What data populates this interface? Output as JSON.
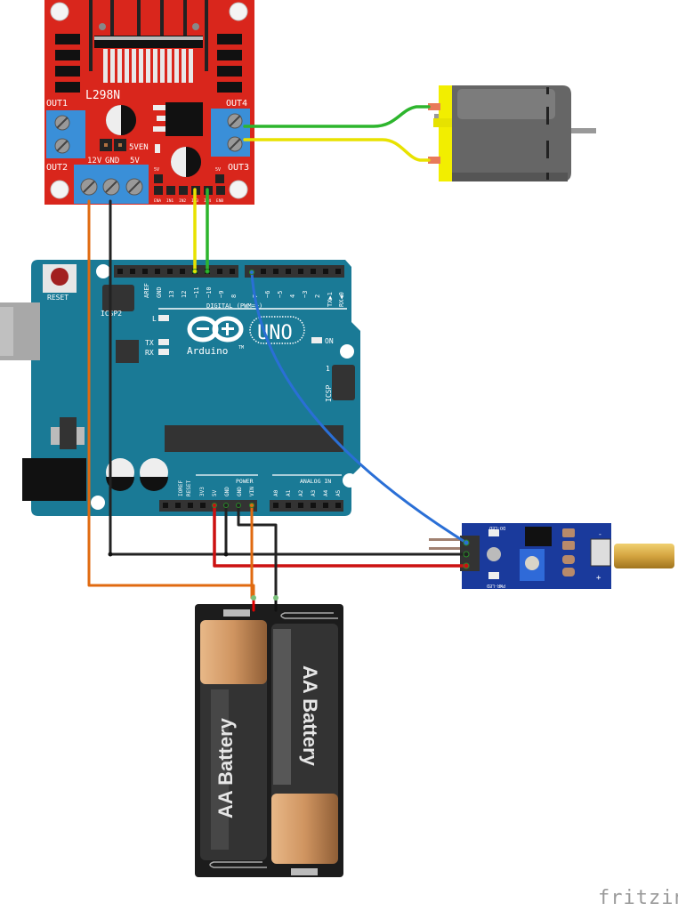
{
  "diagram": {
    "tool_brand": "fritzing",
    "components": {
      "motor_driver": {
        "name": "L298N",
        "labels": {
          "out1": "OUT1",
          "out2": "OUT2",
          "out3": "OUT3",
          "out4": "OUT4",
          "v12": "12V",
          "gnd": "GND",
          "v5": "5V",
          "v5en": "5VEN",
          "pin5v_left": "5V",
          "pin5v_right": "5V",
          "header_pins": [
            "ENA",
            "IN1",
            "IN2",
            "IN3",
            "IN4",
            "ENB"
          ]
        },
        "color": "#d9261c"
      },
      "arduino": {
        "name": "UNO",
        "brand": "Arduino",
        "trademark": "TM",
        "reset_label": "RESET",
        "icsp2_label": "ICSP2",
        "icsp_label": "ICSP",
        "icsp_pin1": "1",
        "led_labels": [
          "L",
          "TX",
          "RX"
        ],
        "on_label": "ON",
        "digital_section_label": "DIGITAL (PWM=~)",
        "digital_pins": [
          "AREF",
          "GND",
          "13",
          "12",
          "~11",
          "~10",
          "~9",
          "8",
          "7",
          "~6",
          "~5",
          "4",
          "~3",
          "2",
          "TX▶1",
          "RX◀0"
        ],
        "power_section_label": "POWER",
        "power_pins": [
          "IOREF",
          "RESET",
          "3V3",
          "5V",
          "GND",
          "GND",
          "VIN"
        ],
        "analog_section_label": "ANALOG IN",
        "analog_pins": [
          "A0",
          "A1",
          "A2",
          "A3",
          "A4",
          "A5"
        ],
        "color": "#1a7a96"
      },
      "dc_motor": {
        "name": "DC Motor",
        "housing_color": "#666666",
        "cap_color": "#f2ee00"
      },
      "tilt_sensor": {
        "name": "Tilt Switch Module",
        "labels": {
          "do_led": "DO-LED",
          "pwr_led": "PWR-LED",
          "plus": "+",
          "minus": "-"
        },
        "color": "#1a3a9c"
      },
      "battery_pack": {
        "cells": [
          {
            "label": "AA Battery"
          },
          {
            "label": "AA Battery"
          }
        ]
      }
    },
    "wires": [
      {
        "from": "L298N OUT4",
        "to": "Motor terminal 1",
        "color": "#2db52d"
      },
      {
        "from": "L298N OUT3",
        "to": "Motor terminal 2",
        "color": "#e8e200"
      },
      {
        "from": "L298N IN3",
        "to": "Arduino ~11",
        "color": "#e8e200"
      },
      {
        "from": "L298N IN4",
        "to": "Arduino ~10",
        "color": "#2db52d"
      },
      {
        "from": "L298N 12V",
        "to": "Battery +",
        "color": "#e06a10"
      },
      {
        "from": "L298N GND",
        "to": "Sensor GND",
        "color": "#222222"
      },
      {
        "from": "Arduino 7",
        "to": "Sensor DO",
        "color": "#2a6fd6"
      },
      {
        "from": "Arduino 5V",
        "to": "Sensor VCC",
        "color": "#cc1111"
      },
      {
        "from": "Arduino GND",
        "to": "Sensor GND",
        "color": "#222222"
      },
      {
        "from": "Arduino GND",
        "to": "Battery -",
        "color": "#222222"
      },
      {
        "from": "Arduino VIN",
        "to": "Battery +",
        "color": "#e06a10"
      }
    ]
  }
}
